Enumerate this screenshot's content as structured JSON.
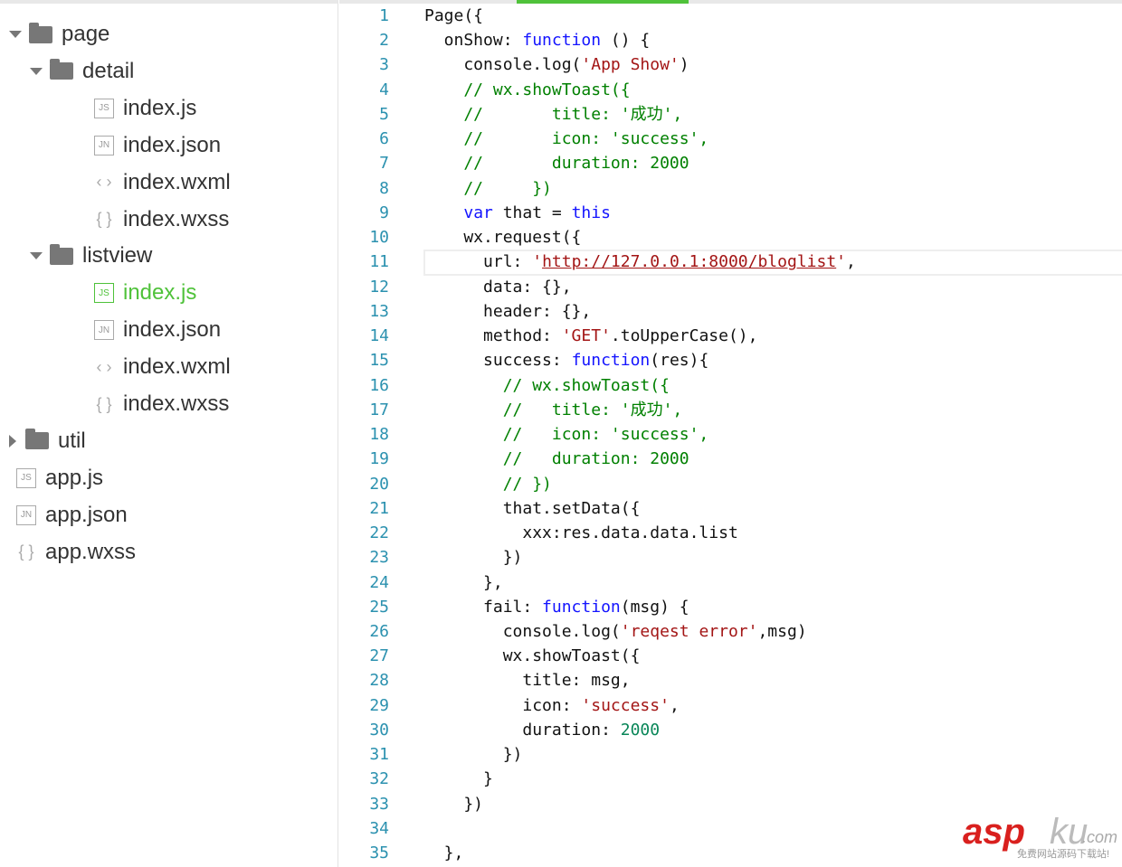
{
  "sidebar": {
    "items": [
      {
        "label": "page",
        "type": "folder",
        "open": true,
        "depth": 0
      },
      {
        "label": "detail",
        "type": "folder",
        "open": true,
        "depth": 1
      },
      {
        "label": "index.js",
        "type": "js",
        "icon": "JS",
        "depth": 2
      },
      {
        "label": "index.json",
        "type": "json",
        "icon": "JN",
        "depth": 2
      },
      {
        "label": "index.wxml",
        "type": "wxml",
        "icon": "‹ ›",
        "depth": 2
      },
      {
        "label": "index.wxss",
        "type": "wxss",
        "icon": "{ }",
        "depth": 2
      },
      {
        "label": "listview",
        "type": "folder",
        "open": true,
        "depth": 1
      },
      {
        "label": "index.js",
        "type": "js",
        "icon": "JS",
        "depth": 2,
        "active": true
      },
      {
        "label": "index.json",
        "type": "json",
        "icon": "JN",
        "depth": 2
      },
      {
        "label": "index.wxml",
        "type": "wxml",
        "icon": "‹ ›",
        "depth": 2
      },
      {
        "label": "index.wxss",
        "type": "wxss",
        "icon": "{ }",
        "depth": 2
      },
      {
        "label": "util",
        "type": "folder",
        "open": false,
        "depth": 0
      },
      {
        "label": "app.js",
        "type": "js",
        "icon": "JS",
        "depth": 0
      },
      {
        "label": "app.json",
        "type": "json",
        "icon": "JN",
        "depth": 0
      },
      {
        "label": "app.wxss",
        "type": "wxss",
        "icon": "{ }",
        "depth": 0
      }
    ]
  },
  "editor": {
    "current_line": 11,
    "lines": [
      [
        [
          "Page({",
          ""
        ]
      ],
      [
        [
          "  onShow: ",
          ""
        ],
        [
          "function",
          "k"
        ],
        [
          " () {",
          ""
        ]
      ],
      [
        [
          "    console.log(",
          ""
        ],
        [
          "'App Show'",
          "s"
        ],
        [
          ")",
          ""
        ]
      ],
      [
        [
          "    // wx.showToast({",
          "c"
        ]
      ],
      [
        [
          "    //       title: '成功',",
          "c"
        ]
      ],
      [
        [
          "    //       icon: 'success',",
          "c"
        ]
      ],
      [
        [
          "    //       duration: 2000",
          "c"
        ]
      ],
      [
        [
          "    //     })",
          "c"
        ]
      ],
      [
        [
          "    ",
          ""
        ],
        [
          "var",
          "k"
        ],
        [
          " that = ",
          ""
        ],
        [
          "this",
          "k"
        ]
      ],
      [
        [
          "    wx.request({",
          ""
        ]
      ],
      [
        [
          "      url: ",
          ""
        ],
        [
          "'",
          "s"
        ],
        [
          "http://127.0.0.1:8000/bloglist",
          "u"
        ],
        [
          "'",
          "s"
        ],
        [
          ",",
          ""
        ]
      ],
      [
        [
          "      data: {},",
          ""
        ]
      ],
      [
        [
          "      header: {},",
          ""
        ]
      ],
      [
        [
          "      method: ",
          ""
        ],
        [
          "'GET'",
          "s"
        ],
        [
          ".toUpperCase(),",
          ""
        ]
      ],
      [
        [
          "      success: ",
          ""
        ],
        [
          "function",
          "k"
        ],
        [
          "(res){",
          ""
        ]
      ],
      [
        [
          "        // wx.showToast({",
          "c"
        ]
      ],
      [
        [
          "        //   title: '成功',",
          "c"
        ]
      ],
      [
        [
          "        //   icon: 'success',",
          "c"
        ]
      ],
      [
        [
          "        //   duration: 2000",
          "c"
        ]
      ],
      [
        [
          "        // })",
          "c"
        ]
      ],
      [
        [
          "        that.setData({",
          ""
        ]
      ],
      [
        [
          "          xxx:res.data.data.list",
          ""
        ]
      ],
      [
        [
          "        })",
          ""
        ]
      ],
      [
        [
          "      },",
          ""
        ]
      ],
      [
        [
          "      fail: ",
          ""
        ],
        [
          "function",
          "k"
        ],
        [
          "(msg) {",
          ""
        ]
      ],
      [
        [
          "        console.log(",
          ""
        ],
        [
          "'reqest error'",
          "s"
        ],
        [
          ",msg)",
          ""
        ]
      ],
      [
        [
          "        wx.showToast({",
          ""
        ]
      ],
      [
        [
          "          title: msg,",
          ""
        ]
      ],
      [
        [
          "          icon: ",
          ""
        ],
        [
          "'success'",
          "s"
        ],
        [
          ",",
          ""
        ]
      ],
      [
        [
          "          duration: ",
          ""
        ],
        [
          "2000",
          "n"
        ]
      ],
      [
        [
          "        })",
          ""
        ]
      ],
      [
        [
          "      }",
          ""
        ]
      ],
      [
        [
          "    })",
          ""
        ]
      ],
      [
        [
          "",
          ""
        ]
      ],
      [
        [
          "  },",
          ""
        ]
      ]
    ]
  },
  "watermark": {
    "brand_a": "asp",
    "brand_b": "ku",
    ".com": ".com",
    "tagline": "免费网站源码下载站!"
  }
}
